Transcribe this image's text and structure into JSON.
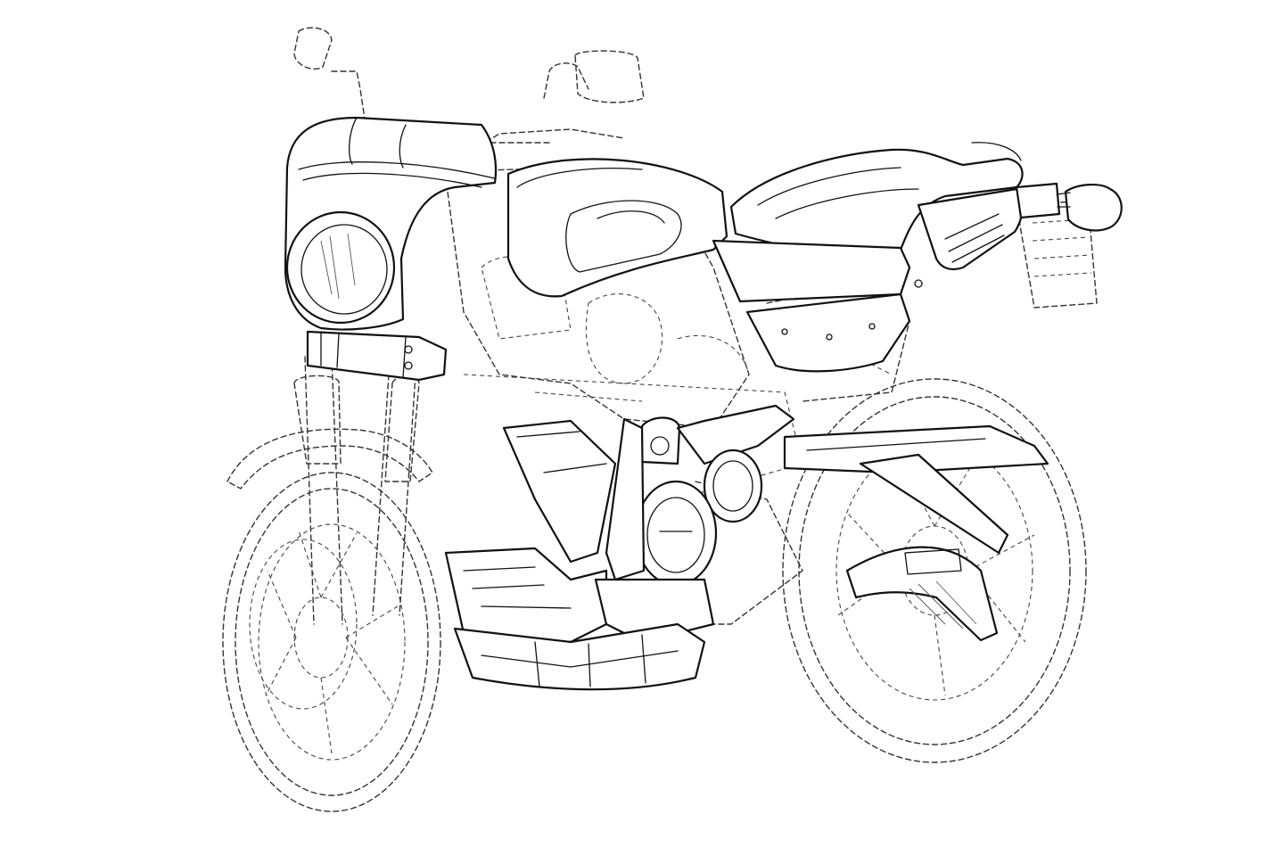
{
  "figure": {
    "style": "patent-line-drawing",
    "subject": "motorcycle",
    "colors": {
      "background": "#ffffff",
      "line": "#111111"
    },
    "solid_parts": [
      "fairing",
      "headlight",
      "fuel-tank",
      "seat",
      "tail-section",
      "side-panel",
      "rear-indicator",
      "fork-clamp",
      "engine-covers",
      "exhaust-heat-shield",
      "swingarm",
      "belly-pan"
    ],
    "dashed_parts": [
      "front-wheel",
      "rear-wheel",
      "front-fork",
      "mirrors",
      "handlebar",
      "front-fender",
      "engine",
      "license-plate"
    ]
  }
}
